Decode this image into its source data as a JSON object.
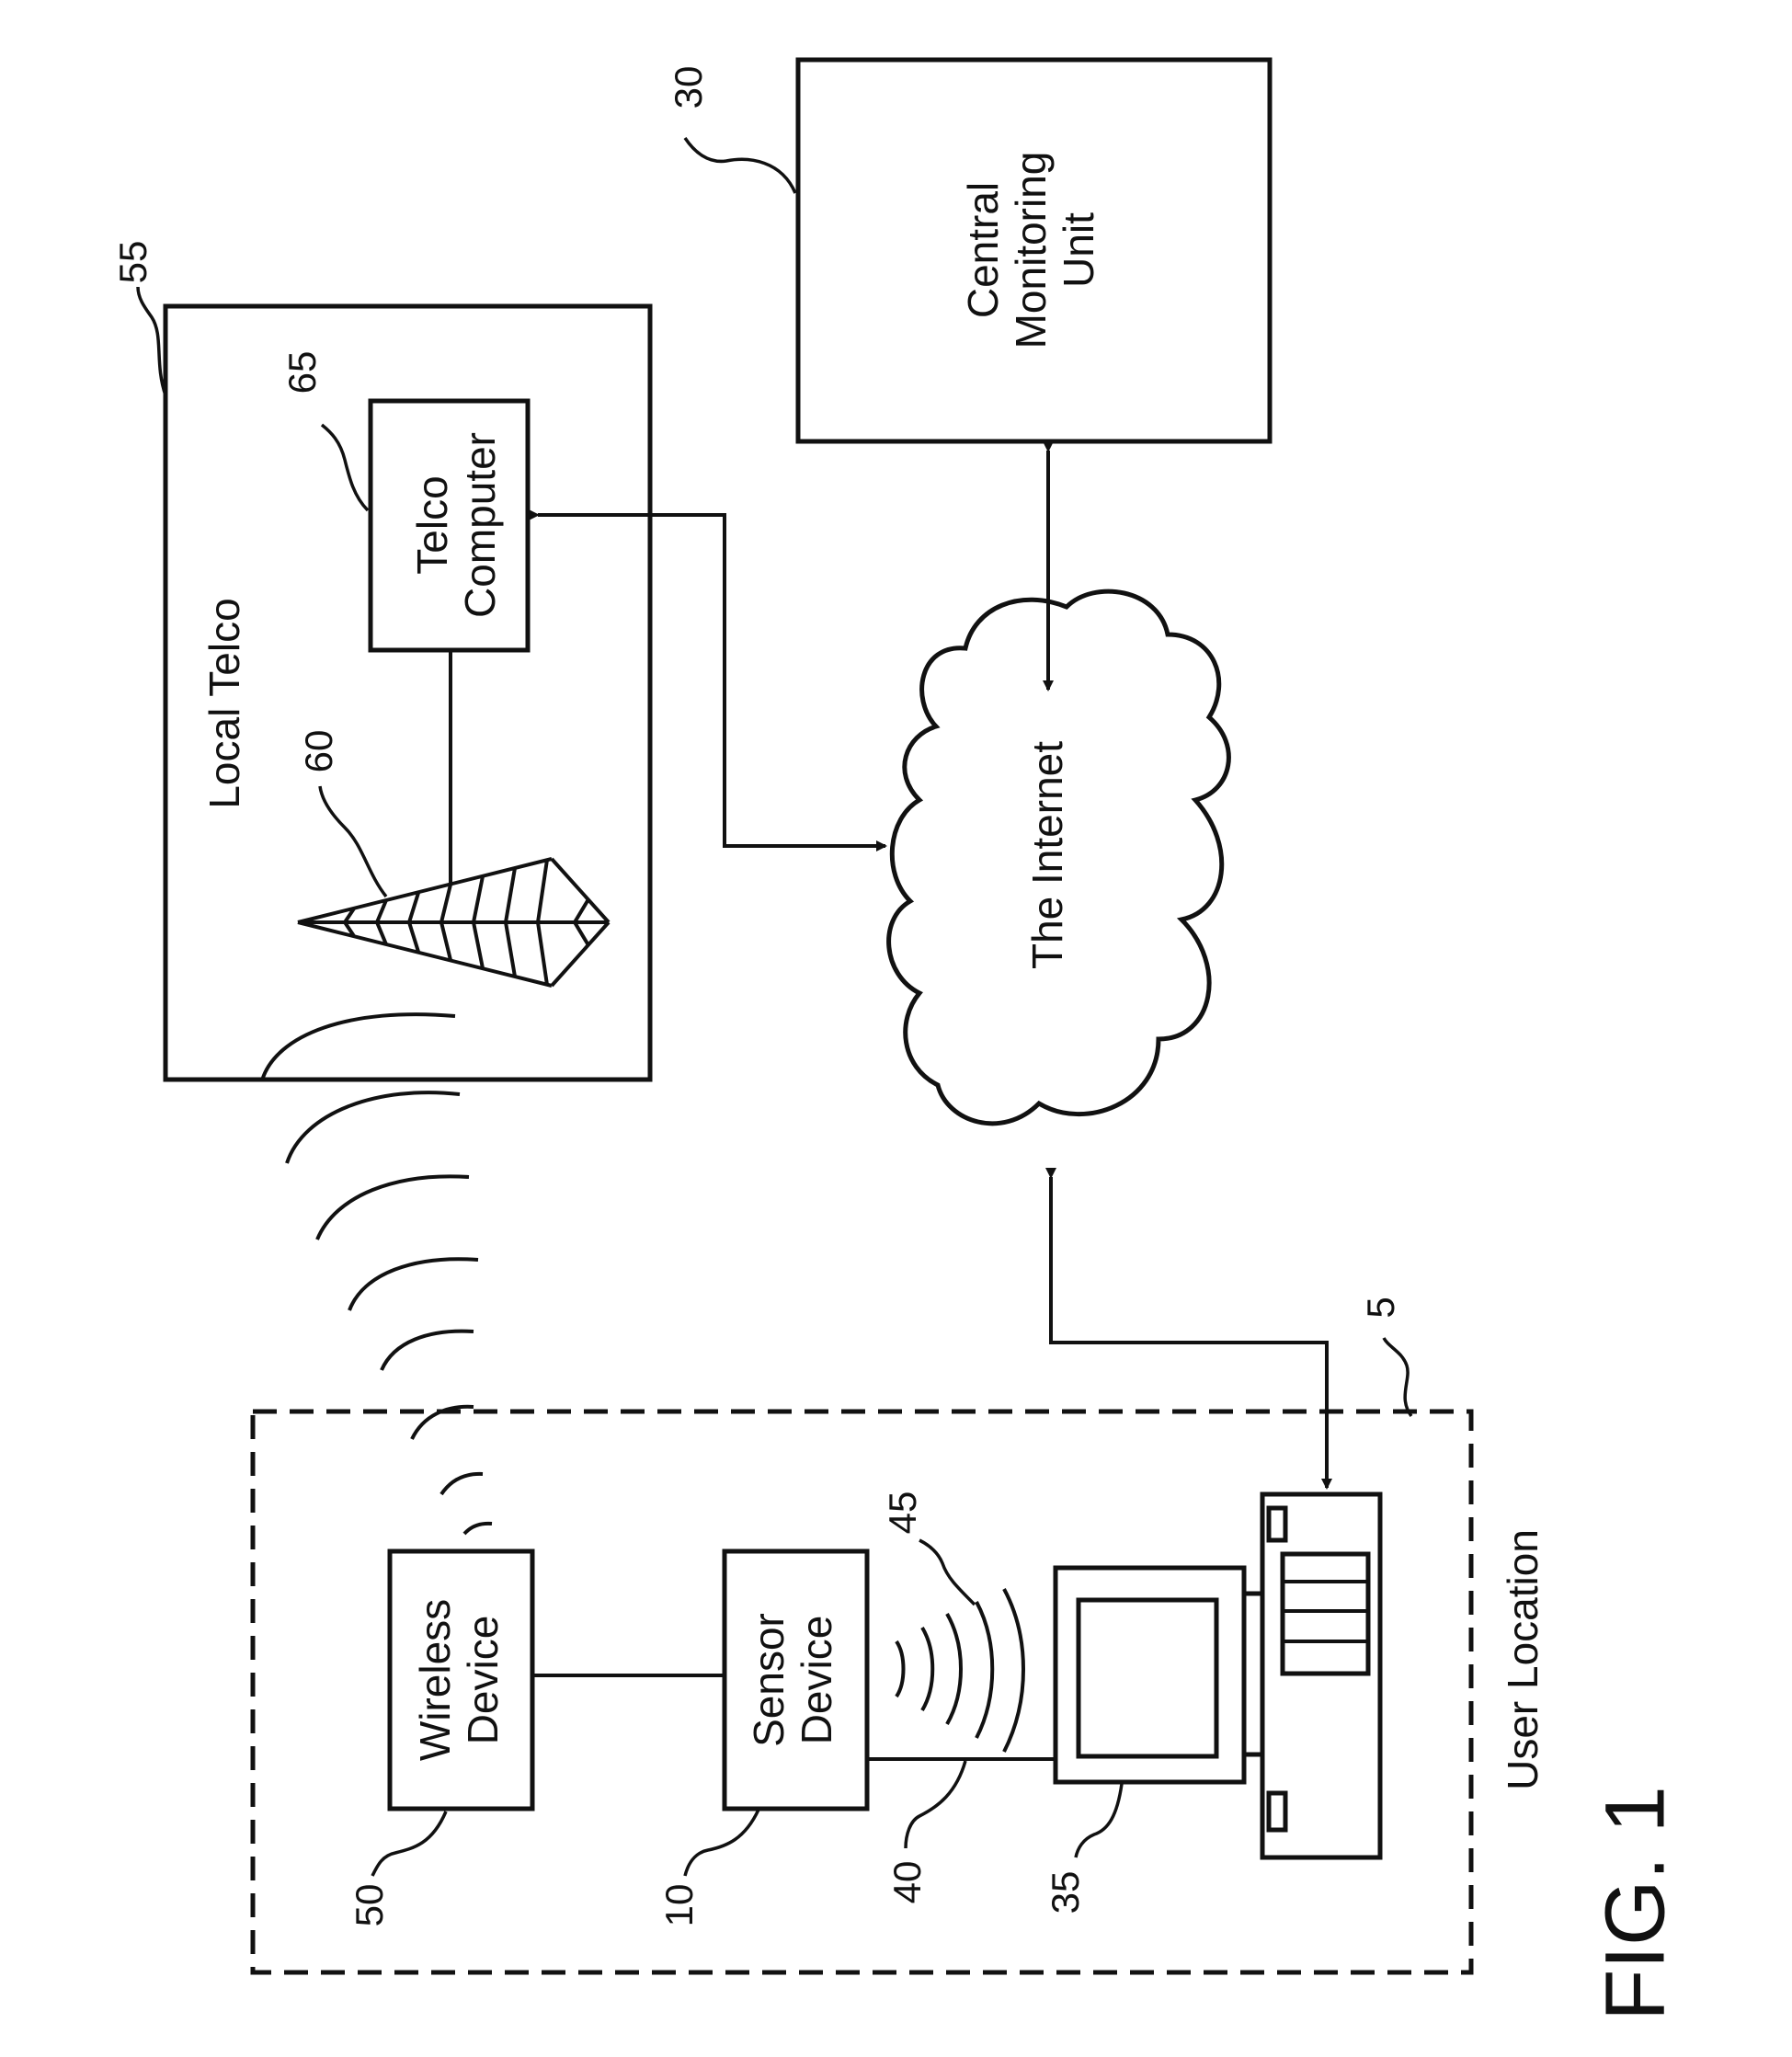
{
  "figure": {
    "caption": "FIG. 1"
  },
  "blocks": {
    "central_monitoring": {
      "line1": "Central",
      "line2": "Monitoring",
      "line3": "Unit",
      "ref": "30"
    },
    "local_telco": {
      "title": "Local Telco",
      "ref": "55"
    },
    "telco_computer": {
      "line1": "Telco",
      "line2": "Computer",
      "ref": "65"
    },
    "tower": {
      "ref": "60"
    },
    "internet": {
      "label": "The Internet"
    },
    "user_location": {
      "title": "User Location",
      "ref": "5"
    },
    "wireless_device": {
      "line1": "Wireless",
      "line2": "Device",
      "ref": "50"
    },
    "sensor_device": {
      "line1": "Sensor",
      "line2": "Device",
      "ref": "10"
    },
    "computer": {
      "ref": "35"
    },
    "cable": {
      "ref": "40"
    },
    "wireless_link": {
      "ref": "45"
    }
  }
}
